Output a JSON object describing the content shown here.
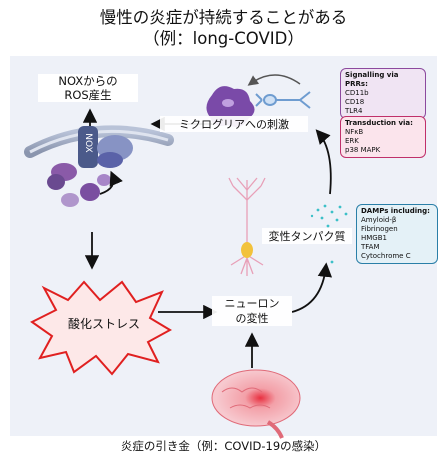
{
  "title": {
    "line1": "慢性の炎症が持続することがある",
    "line2": "（例：long-COVID）"
  },
  "labels": {
    "nox_ros": "NOXからの\nROS産生",
    "nox": "NOX",
    "microglia": "ミクログリアへの刺激",
    "protein": "変性タンパク質",
    "oxidative": "酸化ストレス",
    "neuron": "ニューロン\nの変性",
    "trigger": "炎症の引き金（例：COVID-19の感染）"
  },
  "boxes": {
    "prr": {
      "heading": "Signalling via PRRs:",
      "items": [
        "CD11b",
        "CD18",
        "TLR4"
      ]
    },
    "transduction": {
      "heading": "Transduction via:",
      "items": [
        "NFκB",
        "ERK",
        "p38 MAPK"
      ]
    },
    "damps": {
      "heading": "DAMPs including:",
      "items": [
        "Amyloid-β",
        "Fibrinogen",
        "HMGB1",
        "TFAM",
        "Cytochrome C"
      ]
    }
  },
  "colors": {
    "prr_border": "#8c4a9e",
    "transduction_border": "#c0306a",
    "damps_border": "#2a7fa8",
    "burst": "#e02020",
    "panel": "#eef1f8"
  }
}
